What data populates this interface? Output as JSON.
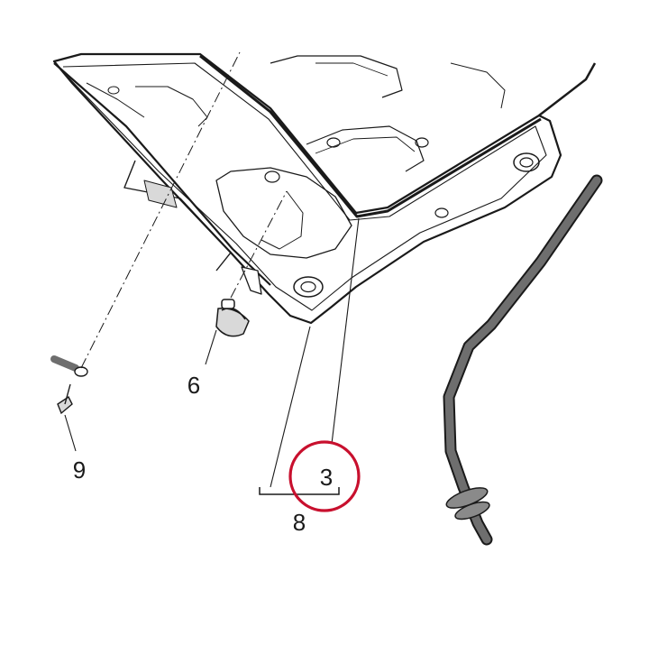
{
  "callouts": [
    {
      "id": "6",
      "label": "6"
    },
    {
      "id": "9",
      "label": "9"
    },
    {
      "id": "3",
      "label": "3",
      "highlighted": true
    },
    {
      "id": "8",
      "label": "8"
    }
  ],
  "colors": {
    "line": "#1a1a1a",
    "highlight": "#c8102e",
    "shade": "#d9d9d9",
    "hose": "#6e6e6e",
    "background": "#ffffff"
  },
  "icons": {
    "part_3": "gasket-icon",
    "part_6": "clip-icon",
    "part_8": "oil-pan-icon",
    "part_9": "bolt-icon"
  }
}
